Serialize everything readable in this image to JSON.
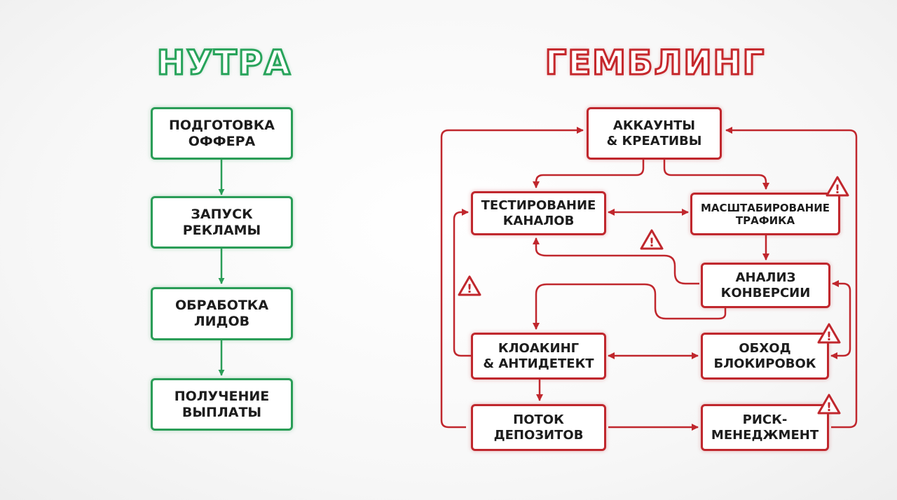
{
  "titles": {
    "left": "НУТРА",
    "right": "ГЕМБЛИНГ"
  },
  "nutra_steps": [
    [
      "ПОДГОТОВКА",
      "ОФФЕРА"
    ],
    [
      "ЗАПУСК",
      "РЕКЛАМЫ"
    ],
    [
      "ОБРАБОТКА",
      "ЛИДОВ"
    ],
    [
      "ПОЛУЧЕНИЕ",
      "ВЫПЛАТЫ"
    ]
  ],
  "gambling_nodes": {
    "accounts": [
      "АККАУНТЫ",
      "& КРЕАТИВЫ"
    ],
    "testing": [
      "ТЕСТИРОВАНИЕ",
      "КАНАЛОВ"
    ],
    "scaling": [
      "МАСШТАБИРОВАНИЕ",
      "ТРАФИКА"
    ],
    "analysis": [
      "АНАЛИЗ",
      "КОНВЕРСИИ"
    ],
    "cloaking": [
      "КЛОАКИНГ",
      "& АНТИДЕТЕКТ"
    ],
    "bypass": [
      "ОБХОД",
      "БЛОКИРОВОК"
    ],
    "deposits": [
      "ПОТОК",
      "ДЕПОЗИТОВ"
    ],
    "risk": [
      "РИСК-",
      "МЕНЕДЖМЕНТ"
    ]
  },
  "warning_symbol": "!",
  "colors": {
    "green": "#2a9d57",
    "red": "#c0272d",
    "text": "#1c1c1c"
  },
  "icons": {
    "warning": "warning-triangle-icon"
  }
}
